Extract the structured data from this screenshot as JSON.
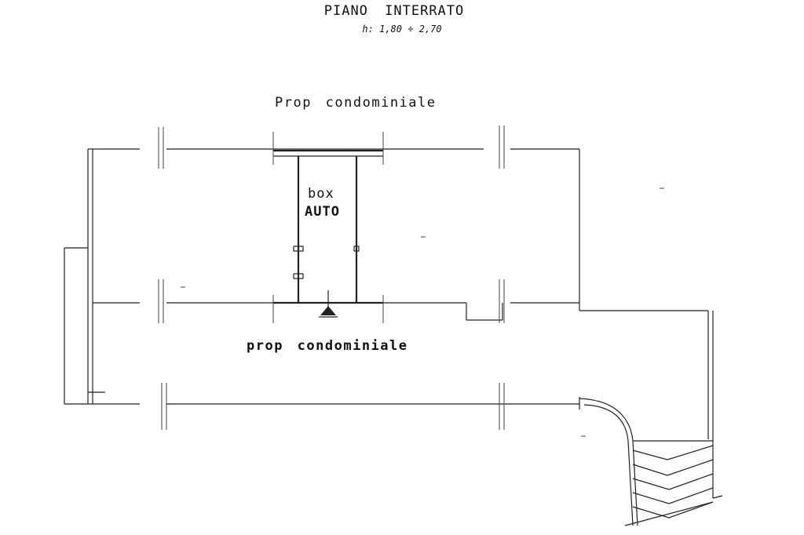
{
  "header": {
    "title": "PIANO INTERRATO",
    "height_note": "h: 1,80 ÷ 2,70"
  },
  "labels": {
    "top_area": "Prop condominiale",
    "box_line1": "box",
    "box_line2": "AUTO",
    "bottom_area": "prop condominiale"
  },
  "colors": {
    "ink": "#111111",
    "paper": "#ffffff"
  }
}
